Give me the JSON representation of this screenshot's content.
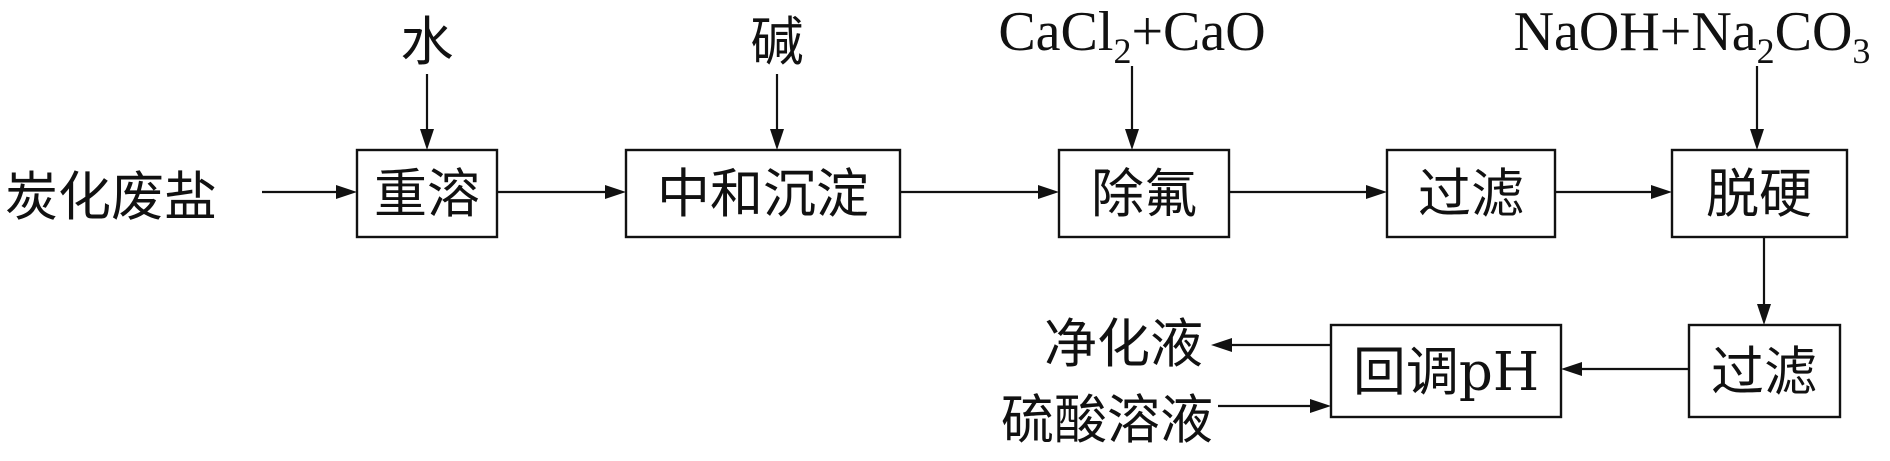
{
  "process": {
    "input": "炭化废盐",
    "steps": {
      "redissolve": "重溶",
      "neutralize": "中和沉淀",
      "defluorinate": "除氟",
      "filter1": "过滤",
      "soften": "脱硬",
      "filter2": "过滤",
      "adjust_ph": "回调pH"
    },
    "reagents": {
      "water": "水",
      "alkali": "碱",
      "cacl2_cao": {
        "a": "CaCl",
        "a_sub": "2",
        "b": "+CaO"
      },
      "naoh_na2co3": {
        "a": "NaOH+Na",
        "a_sub": "2",
        "b": "CO",
        "b_sub": "3"
      },
      "sulfuric": "硫酸溶液"
    },
    "output": "净化液"
  }
}
